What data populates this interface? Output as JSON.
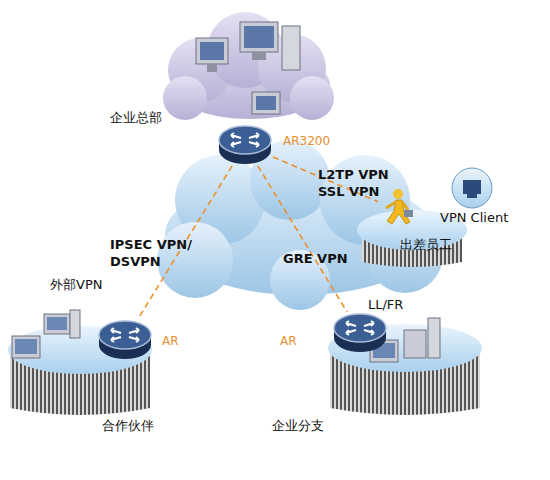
{
  "diagram": {
    "nodes": [
      {
        "text": [
          "AR3200",
          "企业总部"
        ]
      },
      {
        "text": [
          "外部VPN",
          "AR",
          "合作伙伴"
        ]
      },
      {
        "text": [
          "LL/FR",
          "AR",
          "企业分支"
        ]
      },
      {
        "text": [
          "VPN Client",
          "出差员工"
        ]
      }
    ],
    "edges": [
      {
        "from": 0,
        "to": 1,
        "label": "IPSEC VPN/ DSVPN",
        "arrow": "none"
      },
      {
        "from": 0,
        "to": 2,
        "label": "GRE VPN",
        "arrow": "none"
      },
      {
        "from": 0,
        "to": 3,
        "label": "L2TP VPN SSL VPN",
        "arrow": "none"
      }
    ]
  }
}
